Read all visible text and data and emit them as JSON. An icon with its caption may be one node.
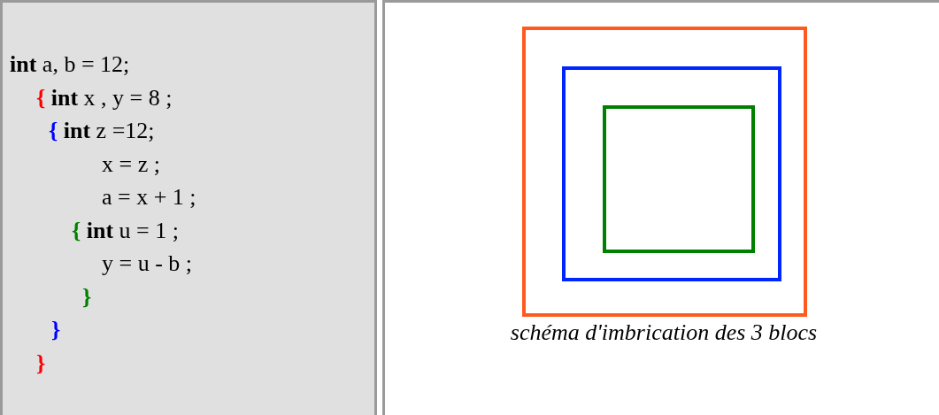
{
  "diagram": {
    "caption": "schéma d'imbrication des 3 blocs",
    "nodes": [
      {
        "text": [],
        "shape": "box"
      },
      {
        "text": [],
        "shape": "box",
        "in": 0
      },
      {
        "text": [],
        "shape": "box",
        "in": 1
      }
    ],
    "labels": [
      "**int** a, b = 12;",
      "**{** **int** x , y = 8 ;",
      "**{** **int** z =12;",
      "x = z ;",
      "a = x + 1 ;",
      "**{** **int** u = 1 ;",
      "y = u - b ;",
      "**}**",
      "**}**",
      "**}**"
    ]
  }
}
